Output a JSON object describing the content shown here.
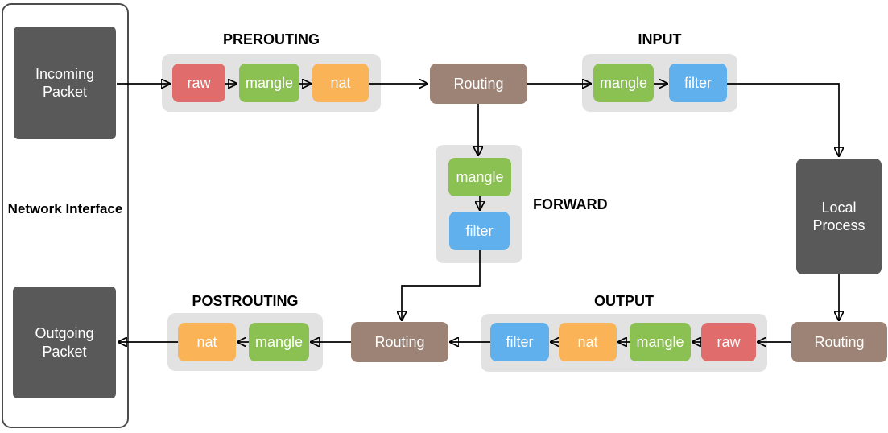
{
  "colors": {
    "raw": "#e06c6c",
    "mangle": "#8bc152",
    "nat": "#fab357",
    "filter": "#5fb0ec",
    "routing": "#9c8376",
    "dark_box": "#595959",
    "group_bg": "#e2e2e2",
    "arrow": "#000000",
    "container_border": "#4c4c4c"
  },
  "interface": {
    "label": "Network Interface",
    "incoming": "Incoming Packet",
    "outgoing": "Outgoing Packet"
  },
  "nodes": {
    "routing_top": "Routing",
    "routing_bottom_middle": "Routing",
    "routing_bottom_right": "Routing",
    "local_process": "Local Process"
  },
  "groups": {
    "prerouting": {
      "label": "PREROUTING",
      "chains": [
        {
          "name": "raw"
        },
        {
          "name": "mangle"
        },
        {
          "name": "nat"
        }
      ]
    },
    "input": {
      "label": "INPUT",
      "chains": [
        {
          "name": "mangle"
        },
        {
          "name": "filter"
        }
      ]
    },
    "forward": {
      "label": "FORWARD",
      "chains": [
        {
          "name": "mangle"
        },
        {
          "name": "filter"
        }
      ]
    },
    "output": {
      "label": "OUTPUT",
      "chains": [
        {
          "name": "filter"
        },
        {
          "name": "nat"
        },
        {
          "name": "mangle"
        },
        {
          "name": "raw"
        }
      ]
    },
    "postrouting": {
      "label": "POSTROUTING",
      "chains": [
        {
          "name": "nat"
        },
        {
          "name": "mangle"
        }
      ]
    }
  },
  "edges": [
    {
      "from": "incoming-packet",
      "to": "prerouting-raw"
    },
    {
      "from": "prerouting-raw",
      "to": "prerouting-mangle"
    },
    {
      "from": "prerouting-mangle",
      "to": "prerouting-nat"
    },
    {
      "from": "prerouting-nat",
      "to": "routing-top"
    },
    {
      "from": "routing-top",
      "to": "input-mangle"
    },
    {
      "from": "routing-top",
      "to": "forward-mangle"
    },
    {
      "from": "input-mangle",
      "to": "input-filter"
    },
    {
      "from": "input-filter",
      "to": "local-process"
    },
    {
      "from": "forward-mangle",
      "to": "forward-filter"
    },
    {
      "from": "forward-filter",
      "to": "routing-bottom-middle"
    },
    {
      "from": "local-process",
      "to": "routing-bottom-right"
    },
    {
      "from": "routing-bottom-right",
      "to": "output-raw"
    },
    {
      "from": "output-raw",
      "to": "output-mangle"
    },
    {
      "from": "output-mangle",
      "to": "output-nat"
    },
    {
      "from": "output-nat",
      "to": "output-filter"
    },
    {
      "from": "output-filter",
      "to": "routing-bottom-middle"
    },
    {
      "from": "routing-bottom-middle",
      "to": "postrouting-mangle"
    },
    {
      "from": "postrouting-mangle",
      "to": "postrouting-nat"
    },
    {
      "from": "postrouting-nat",
      "to": "outgoing-packet"
    }
  ]
}
